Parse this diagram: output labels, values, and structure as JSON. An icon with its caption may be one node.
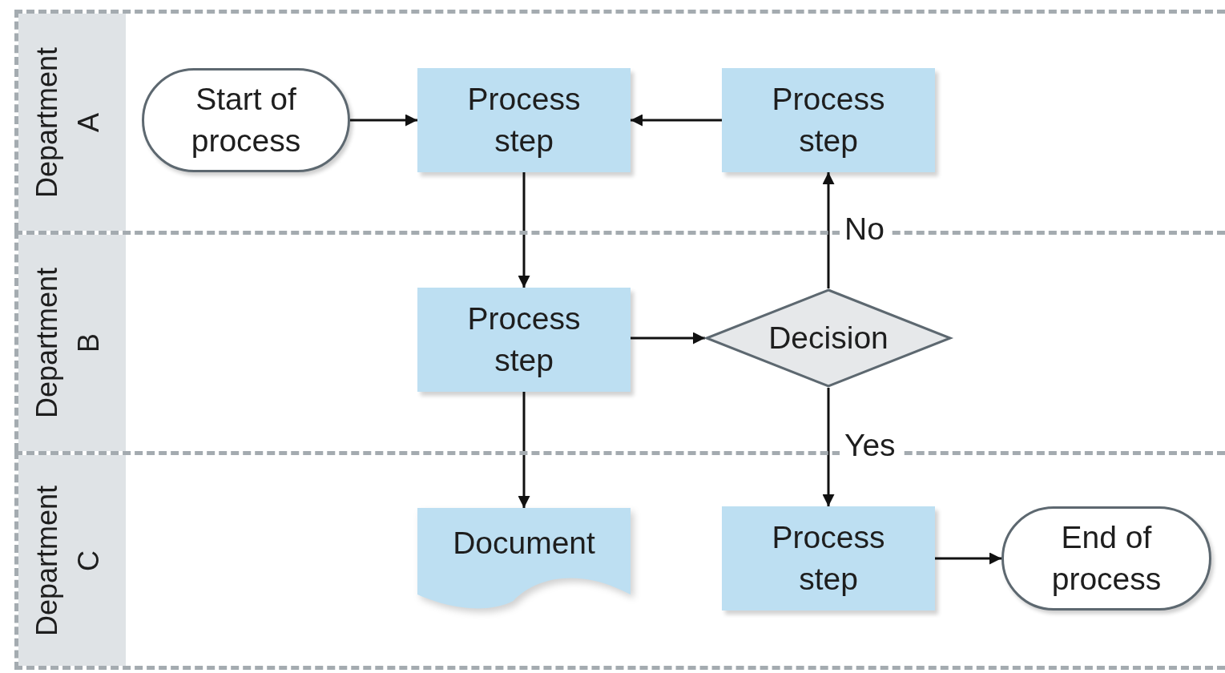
{
  "diagram": {
    "nodes": [
      {
        "text": [
          "Department A"
        ]
      },
      {
        "text": [
          "Start of process"
        ],
        "in": 0
      },
      {
        "text": [
          "Process step"
        ],
        "in": 0
      },
      {
        "text": [
          "Process step"
        ],
        "in": 0
      },
      {
        "text": [
          "Department B"
        ]
      },
      {
        "text": [
          "Process step"
        ],
        "in": 4
      },
      {
        "text": [
          "Decision"
        ],
        "in": 4
      },
      {
        "text": [
          "Department C"
        ]
      },
      {
        "text": [
          "Document"
        ],
        "in": 7
      },
      {
        "text": [
          "Process step"
        ],
        "in": 7
      },
      {
        "text": [
          "End of process"
        ],
        "in": 7
      }
    ],
    "edges": [
      {
        "from": 1,
        "to": 2,
        "arrow": "to"
      },
      {
        "from": 3,
        "to": 2,
        "arrow": "to"
      },
      {
        "from": 2,
        "to": 5,
        "arrow": "to"
      },
      {
        "from": 5,
        "to": 6,
        "arrow": "to"
      },
      {
        "from": 6,
        "to": 3,
        "arrow": "to",
        "label": "No"
      },
      {
        "from": 5,
        "to": 8,
        "arrow": "to"
      },
      {
        "from": 6,
        "to": 9,
        "arrow": "to",
        "label": "Yes"
      },
      {
        "from": 9,
        "to": 10,
        "arrow": "to"
      }
    ]
  }
}
